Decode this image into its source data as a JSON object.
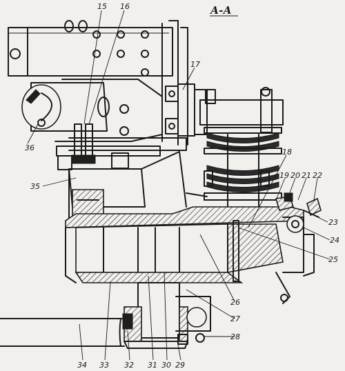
{
  "section_title": "А-А",
  "callouts": [
    {
      "id": "c15",
      "text": "15"
    },
    {
      "id": "c16",
      "text": "16"
    },
    {
      "id": "c17",
      "text": "17"
    },
    {
      "id": "c18",
      "text": "18"
    },
    {
      "id": "c19",
      "text": "19"
    },
    {
      "id": "c20",
      "text": "20"
    },
    {
      "id": "c21",
      "text": "21"
    },
    {
      "id": "c22",
      "text": "22"
    },
    {
      "id": "c23",
      "text": "23"
    },
    {
      "id": "c24",
      "text": "24"
    },
    {
      "id": "c25",
      "text": "25"
    },
    {
      "id": "c26",
      "text": "26"
    },
    {
      "id": "c27",
      "text": "27"
    },
    {
      "id": "c28",
      "text": "28"
    },
    {
      "id": "c29",
      "text": "29"
    },
    {
      "id": "c30",
      "text": "30"
    },
    {
      "id": "c31",
      "text": "31"
    },
    {
      "id": "c32",
      "text": "32"
    },
    {
      "id": "c33",
      "text": "33"
    },
    {
      "id": "c34",
      "text": "34"
    },
    {
      "id": "c35",
      "text": "35"
    },
    {
      "id": "c36",
      "text": "36"
    }
  ]
}
